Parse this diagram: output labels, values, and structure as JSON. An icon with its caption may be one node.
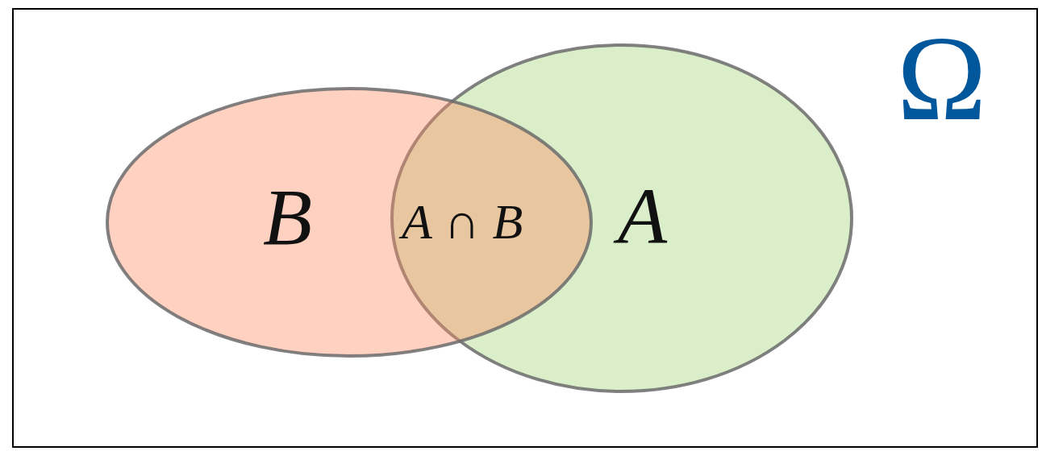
{
  "diagram": {
    "nodes": [
      {
        "text": [
          "Ω"
        ]
      },
      {
        "text": [
          "B"
        ],
        "in": 0
      },
      {
        "text": [
          "A"
        ],
        "in": 0
      }
    ],
    "labels": [
      "A ∩ B"
    ]
  }
}
